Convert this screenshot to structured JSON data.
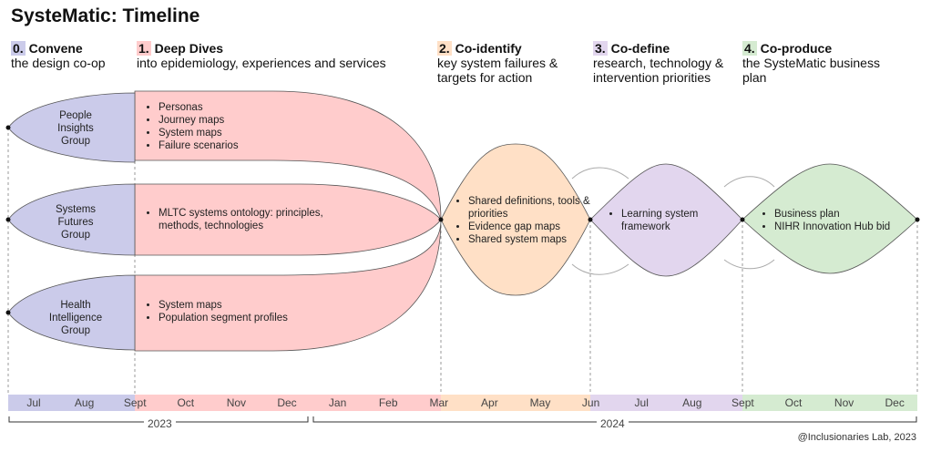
{
  "title": "SysteMatic: Timeline",
  "phases": [
    {
      "num": "0.",
      "name": "Convene",
      "desc": "the design co-op",
      "color": "#cbcbea"
    },
    {
      "num": "1.",
      "name": "Deep Dives",
      "desc": "into epidemiology, experiences and services",
      "color": "#ffcccc"
    },
    {
      "num": "2.",
      "name": "Co-identify",
      "desc": "key system failures & targets for action",
      "color": "#ffe0c6"
    },
    {
      "num": "3.",
      "name": "Co-define",
      "desc": "research, technology & intervention priorities",
      "color": "#e2d6ee"
    },
    {
      "num": "4.",
      "name": "Co-produce",
      "desc": "the SysteMatic business plan",
      "color": "#d5ebd1"
    }
  ],
  "groups": [
    {
      "name": "People Insights Group",
      "items": [
        "Personas",
        "Journey maps",
        "System maps",
        "Failure scenarios"
      ]
    },
    {
      "name": "Systems Futures Group",
      "items": [
        "MLTC systems ontology: principles, methods, technologies"
      ]
    },
    {
      "name": "Health Intelligence Group",
      "items": [
        "System maps",
        "Population segment profiles"
      ]
    }
  ],
  "coidentify_items": [
    "Shared definitions, tools & priorities",
    "Evidence gap maps",
    "Shared system maps"
  ],
  "codefine_items": [
    "Learning system framework"
  ],
  "coproduce_items": [
    "Business plan",
    "NIHR Innovation Hub bid"
  ],
  "months": [
    "Jul",
    "Aug",
    "Sept",
    "Oct",
    "Nov",
    "Dec",
    "Jan",
    "Feb",
    "Mar",
    "Apr",
    "May",
    "Jun",
    "Jul",
    "Aug",
    "Sept",
    "Oct",
    "Nov",
    "Dec"
  ],
  "years": [
    "2023",
    "2024"
  ],
  "credit": "@Inclusionaries Lab, 2023"
}
